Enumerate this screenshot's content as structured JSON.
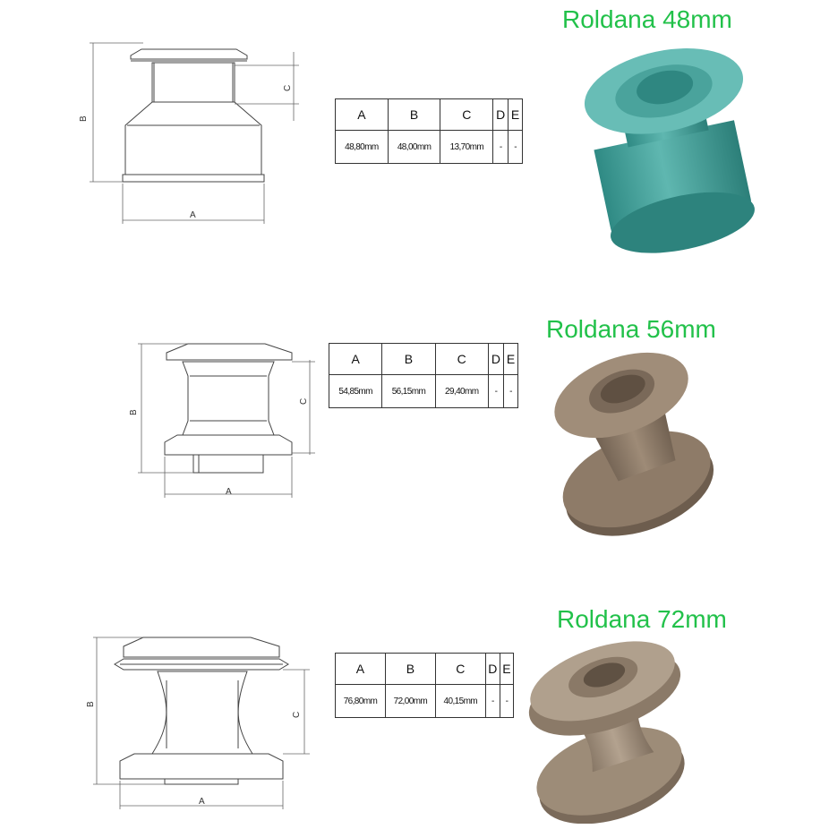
{
  "products": [
    {
      "title": "Roldana 48mm",
      "color": "#3f9b94",
      "table": {
        "headers": [
          "A",
          "B",
          "C",
          "D",
          "E"
        ],
        "values": [
          "48,80mm",
          "48,00mm",
          "13,70mm",
          "-",
          "-"
        ]
      }
    },
    {
      "title": "Roldana 56mm",
      "color": "#8d7a67",
      "table": {
        "headers": [
          "A",
          "B",
          "C",
          "D",
          "E"
        ],
        "values": [
          "54,85mm",
          "56,15mm",
          "29,40mm",
          "-",
          "-"
        ]
      }
    },
    {
      "title": "Roldana 72mm",
      "color": "#9b8a77",
      "table": {
        "headers": [
          "A",
          "B",
          "C",
          "D",
          "E"
        ],
        "values": [
          "76,80mm",
          "72,00mm",
          "40,15mm",
          "-",
          "-"
        ]
      }
    }
  ],
  "dimension_labels": {
    "a": "A",
    "b": "B",
    "c": "C"
  },
  "colors": {
    "title_green": "#22c14a",
    "line": "#333333"
  }
}
